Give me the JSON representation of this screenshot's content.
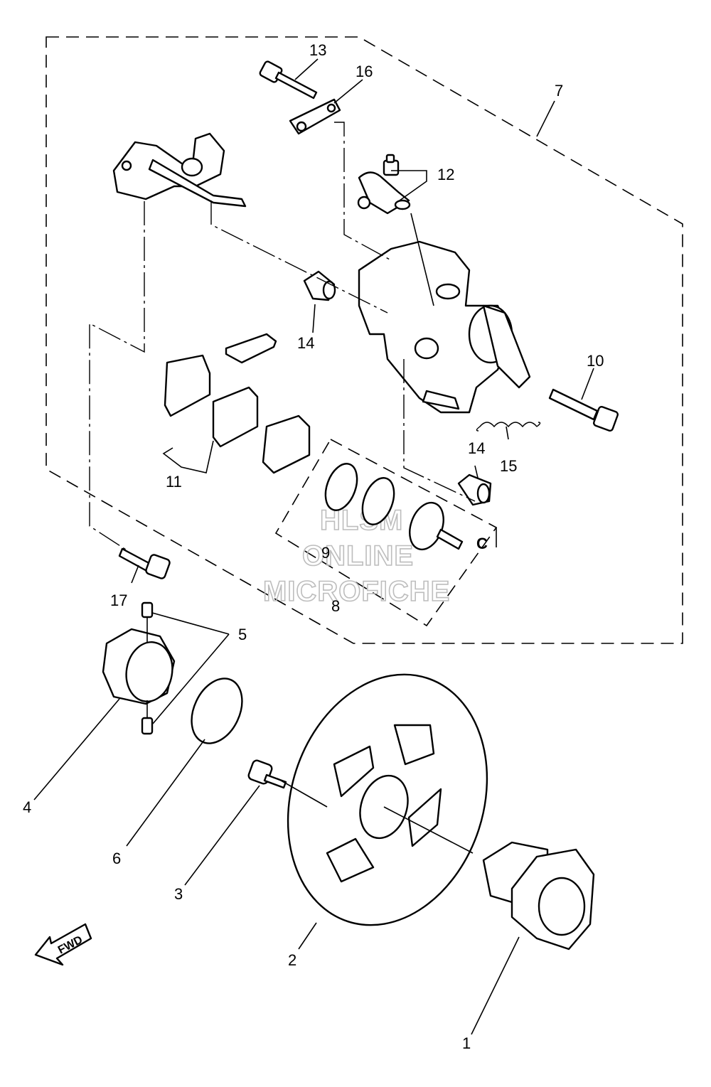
{
  "diagram": {
    "callouts": {
      "c1": "1",
      "c2": "2",
      "c3": "3",
      "c4": "4",
      "c5": "5",
      "c6": "6",
      "c7": "7",
      "c8": "8",
      "c9": "9",
      "c10": "10",
      "c11": "11",
      "c12": "12",
      "c13": "13",
      "c14a": "14",
      "c14b": "14",
      "c15": "15",
      "c16": "16",
      "c17": "17"
    },
    "watermark": {
      "line1": "HLSM",
      "line2": "ONLINE",
      "line3": "MICROFICHE"
    },
    "fwd_label": "FWD",
    "clip_label": "C"
  }
}
